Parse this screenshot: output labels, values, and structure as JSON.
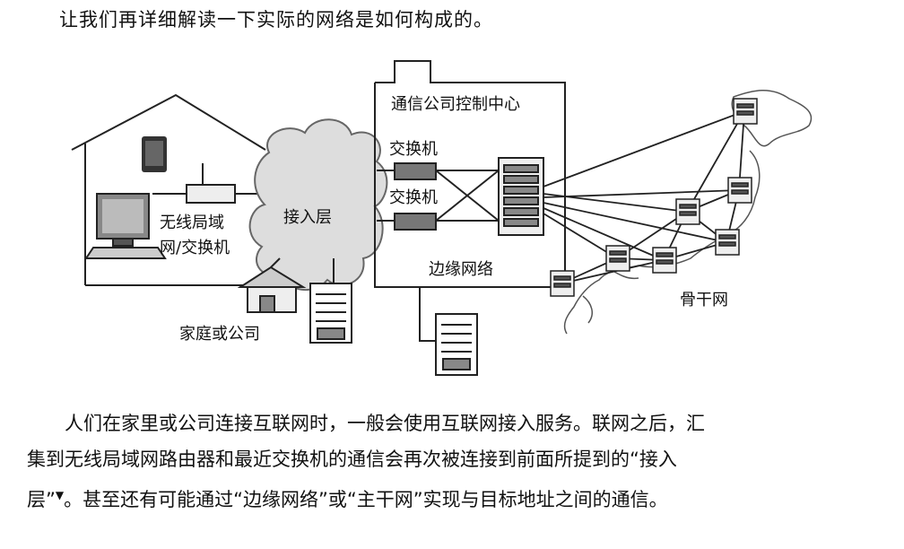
{
  "intro": "让我们再详细解读一下实际的网络是如何构成的。",
  "diagram": {
    "labels": {
      "wireless_lan_switch_line1": "无线局域",
      "wireless_lan_switch_line2": "网/交换机",
      "access_layer": "接入层",
      "control_center": "通信公司控制中心",
      "switch_1": "交换机",
      "switch_2": "交换机",
      "edge_network": "边缘网络",
      "home_or_company": "家庭或公司",
      "backbone": "骨干网"
    }
  },
  "paragraph": {
    "line1": "人们在家里或公司连接互联网时，一般会使用互联网接入服务。联网之后，汇",
    "line2": "集到无线局域网路由器和最近交换机的通信会再次被连接到前面所提到的“接入",
    "line3_a": "层”",
    "footnote_mark": "▼",
    "line3_b": "。甚至还有可能通过“边缘网络”或“主干网”实现与目标地址之间的通信。"
  }
}
